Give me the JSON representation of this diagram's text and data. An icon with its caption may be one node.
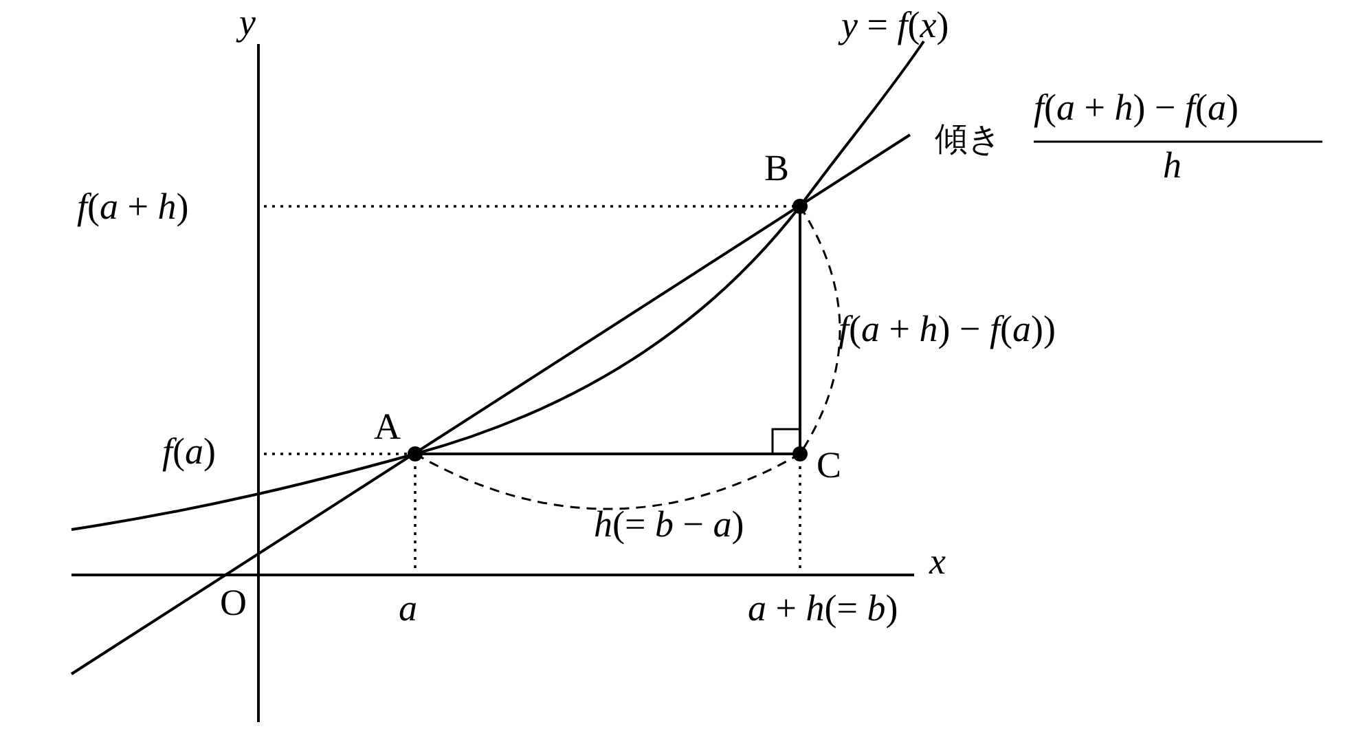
{
  "diagram": {
    "labels": [
      "*y*",
      "*y* = *f*(*x*)",
      "傾き",
      "*f*(*a* + *h*) − *f*(*a*)",
      "*h*",
      "B",
      "*f*(*a* + *h*)",
      "*f*(*a* + *h*) − *f*(*a*))",
      "A",
      "*f*(*a*)",
      "C",
      "*h*(= *b* − *a*)",
      "*x*",
      "O",
      "*a*",
      "*a* + *h*(= *b*)"
    ]
  }
}
